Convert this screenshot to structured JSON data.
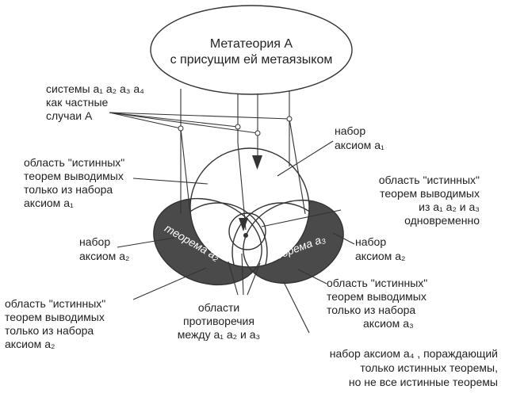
{
  "meta_theory": {
    "line1": "Метатеория А",
    "line2": "с присущим ей метаязыком"
  },
  "systems_label": {
    "line1": "системы a₁ a₂ a₃ a₄",
    "line2": "как частные",
    "line3": "случаи А"
  },
  "axioms_a1_label": {
    "line1": "набор",
    "line2": "аксиом a₁"
  },
  "true_a1_label": {
    "line1": "область \"истинных\"",
    "line2": "теорем выводимых",
    "line3": "только из набора",
    "line4": "аксиом a₁"
  },
  "true_all_label": {
    "line1": "область \"истинных\"",
    "line2": "теорем выводимых",
    "line3": "из a₁ a₂ и a₃",
    "line4": "одновременно"
  },
  "axioms_a2_left_label": {
    "line1": "набор",
    "line2": "аксиом a₂"
  },
  "axioms_a2_right_label": {
    "line1": "набор",
    "line2": "аксиом a₂"
  },
  "true_a3_label": {
    "line1": "область \"истинных\"",
    "line2": "теорем выводимых",
    "line3": "только из набора",
    "line4": "аксиом a₃"
  },
  "true_a2_label": {
    "line1": "область \"истинных\"",
    "line2": "теорем выводимых",
    "line3": "только из набора",
    "line4": "аксиом a₂"
  },
  "contradiction_label": {
    "line1": "области",
    "line2": "противоречия",
    "line3": "между a₁ a₂ и a₃"
  },
  "axioms_a4_label": {
    "line1": "набор аксиом a₄ , пораждающий",
    "line2": "только истинных теоремы,",
    "line3": "но не все истинные теоремы"
  },
  "theorem_left": "теорема a₂",
  "theorem_right": "теорема a₃",
  "colors": {
    "dark_region": "#4a4a4a",
    "ink": "#222222",
    "background": "#ffffff"
  }
}
